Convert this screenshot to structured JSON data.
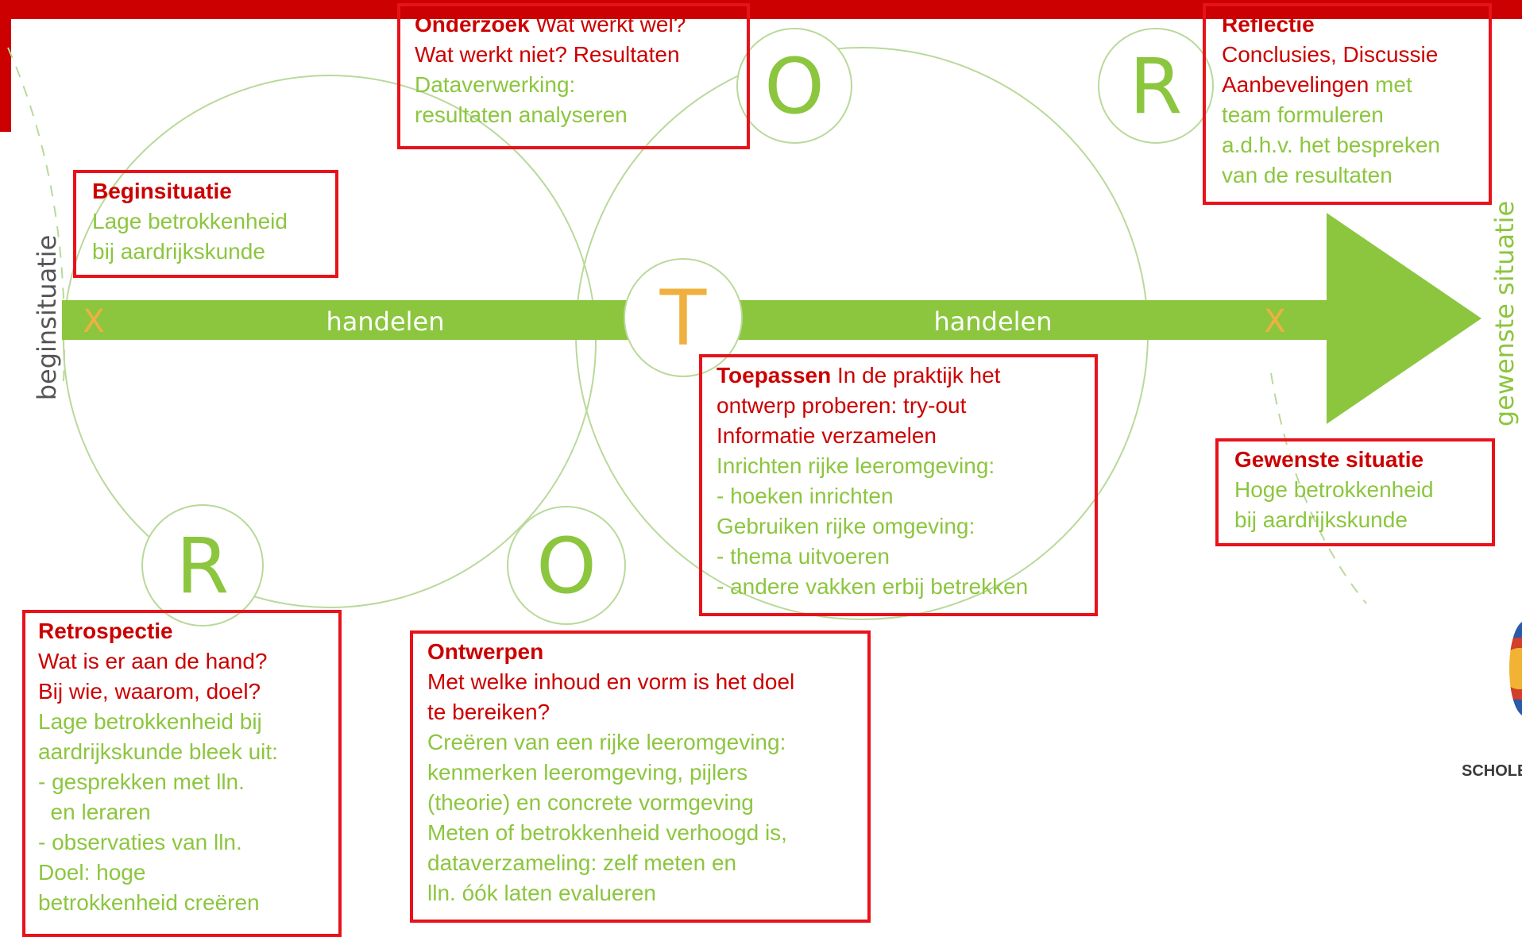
{
  "diagram": {
    "arrow_left_label": "handelen",
    "arrow_right_label": "handelen",
    "left_vertical_label": "beginsituatie",
    "right_vertical_label": "gewenste situatie",
    "start_marker": "X",
    "end_marker": "X",
    "circle_letters": {
      "onderzoek": "O",
      "reflectie": "R",
      "toepassen": "T",
      "retrospectie": "R",
      "ontwerpen": "O"
    },
    "colors": {
      "accent_red": "#cc0000",
      "box_border": "#e8121b",
      "green": "#8cc63f",
      "orange": "#f0b040"
    }
  },
  "boxes": {
    "onderzoek": {
      "title": "Onderzoek",
      "line1_rest": " Wat werkt wel?",
      "line2": "Wat werkt niet? Resultaten",
      "line3": "Dataverwerking:",
      "line4": "resultaten analyseren"
    },
    "reflectie": {
      "title": "Reflectie",
      "line2": "Conclusies, Discussie",
      "line3_red": "Aanbevelingen",
      "line3_green": " met",
      "line4": "team formuleren",
      "line5": "a.d.h.v. het bespreken",
      "line6": "van de resultaten"
    },
    "beginsituatie": {
      "title": "Beginsituatie",
      "line2": "Lage betrokkenheid",
      "line3": "bij aardrijkskunde"
    },
    "toepassen": {
      "title": "Toepassen",
      "line1_rest": " In de praktijk het",
      "line2": "ontwerp proberen: try-out",
      "line3": "Informatie verzamelen",
      "line4": "Inrichten rijke leeromgeving:",
      "line5": "- hoeken inrichten",
      "line6": "Gebruiken rijke omgeving:",
      "line7": "- thema uitvoeren",
      "line8": "- andere vakken erbij betrekken"
    },
    "gewenste": {
      "title": "Gewenste situatie",
      "line2": "Hoge betrokkenheid",
      "line3": "bij aardrijkskunde"
    },
    "retrospectie": {
      "title": "Retrospectie",
      "line2": "Wat is er aan de hand?",
      "line3": "Bij wie, waarom, doel?",
      "line4": "Lage betrokkenheid bij",
      "line5": "aardrijkskunde bleek uit:",
      "line6": "- gesprekken met lln.",
      "line7": "  en leraren",
      "line8": "- observaties van lln.",
      "line9": "Doel: hoge",
      "line10": "betrokkenheid creëren"
    },
    "ontwerpen": {
      "title": "Ontwerpen",
      "line2": "Met welke inhoud en vorm is het doel",
      "line3": "te bereiken?",
      "line4": "Creëren van een rijke leeromgeving:",
      "line5": "kenmerken leeromgeving, pijlers",
      "line6": "(theorie) en concrete vormgeving",
      "line7": "Meten of betrokkenheid verhoogd is,",
      "line8": "dataverzameling: zelf meten en",
      "line9": "lln. óók laten evalueren"
    }
  },
  "logo_text": "SCHOLEN"
}
